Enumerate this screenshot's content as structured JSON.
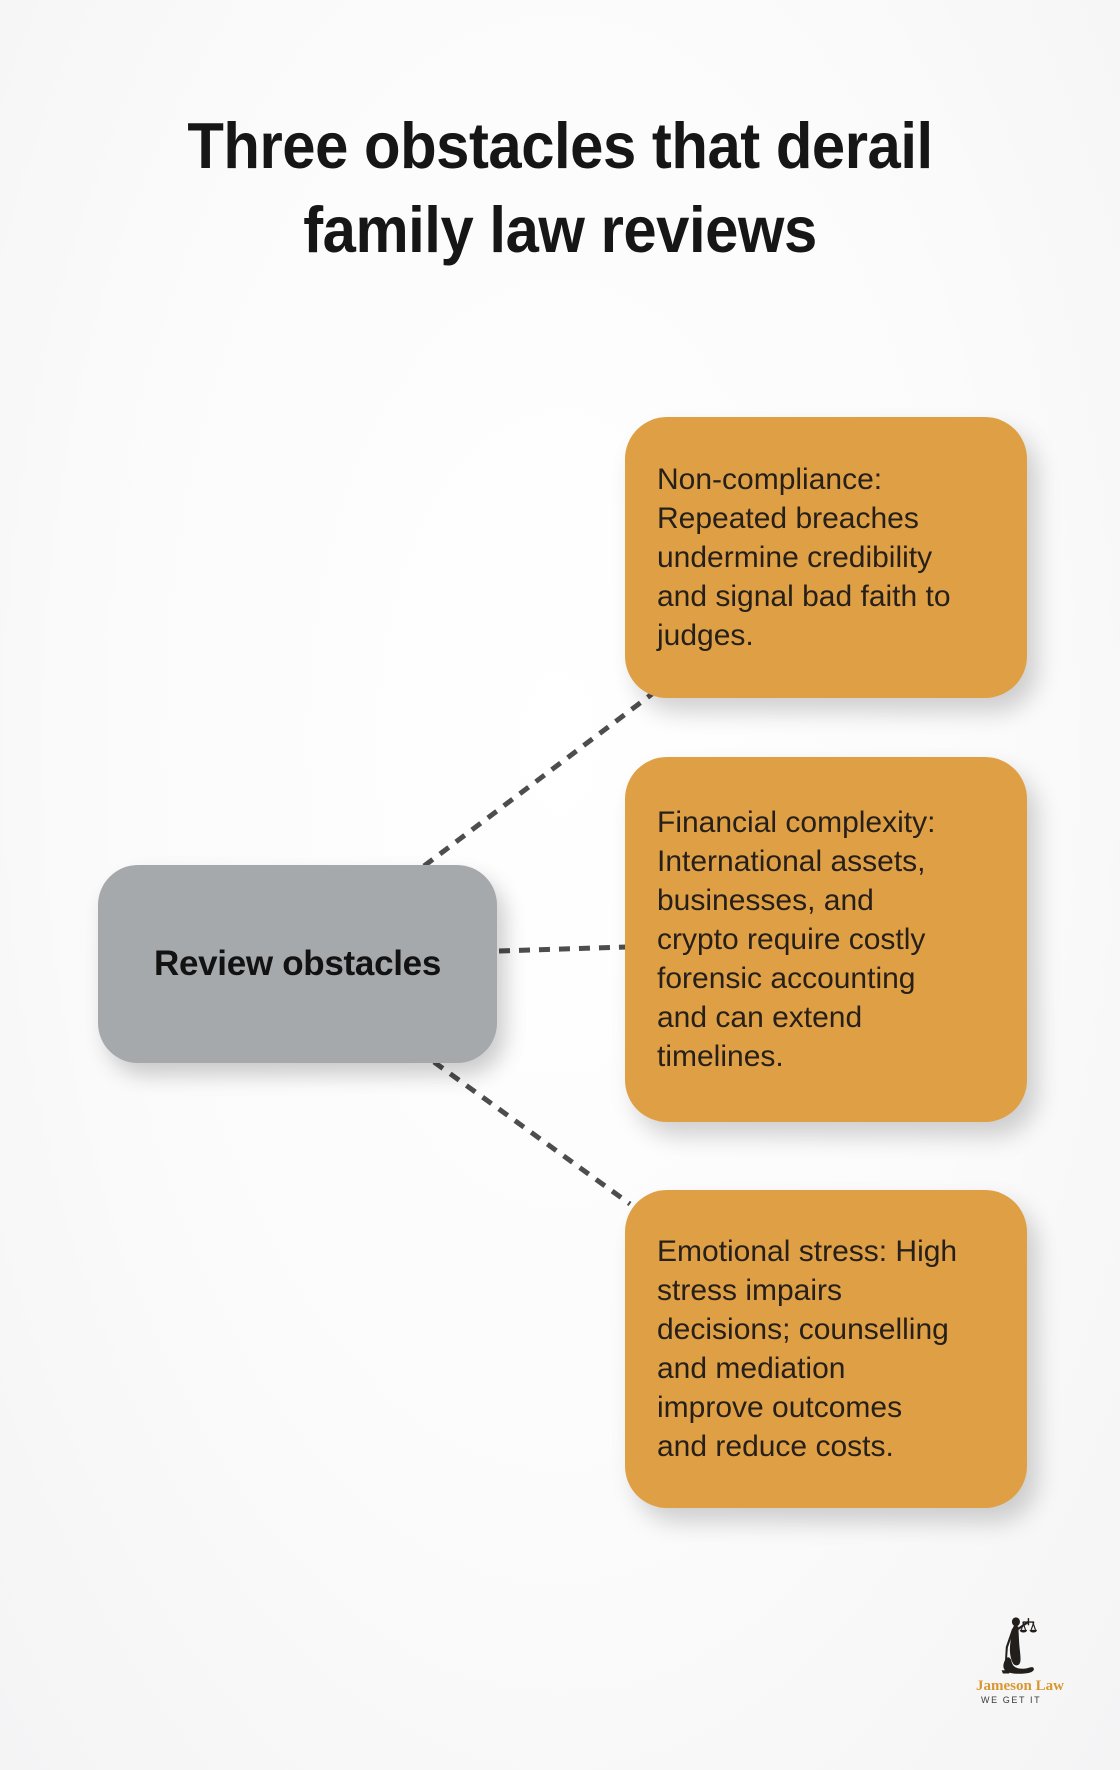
{
  "title": {
    "text": "Three obstacles that derail\nfamily law reviews"
  },
  "diagram": {
    "root": {
      "label": "Review obstacles"
    },
    "nodes": [
      {
        "id": "non-compliance",
        "text": "Non-compliance:\nRepeated breaches\nundermine credibility\nand signal bad faith to\njudges."
      },
      {
        "id": "financial-complexity",
        "text": "Financial complexity:\nInternational assets,\nbusinesses, and\ncrypto require costly\nforensic accounting\nand can extend\ntimelines."
      },
      {
        "id": "emotional-stress",
        "text": "Emotional stress: High\nstress impairs\ndecisions; counselling\nand mediation\nimprove outcomes\nand reduce costs."
      }
    ]
  },
  "logo": {
    "name": "Jameson Law",
    "tagline": "WE GET IT",
    "icon": "lady-justice-icon"
  },
  "colors": {
    "accent": "#DFA045",
    "node_text": "#27201A",
    "root_gray": "#A5A9AC",
    "root_text": "#121212",
    "connector": "#4D4D4D",
    "title_text": "#161616",
    "logo_gold": "#D9982F",
    "logo_dark": "#3A3A3A",
    "background": "#FAFAFA"
  }
}
